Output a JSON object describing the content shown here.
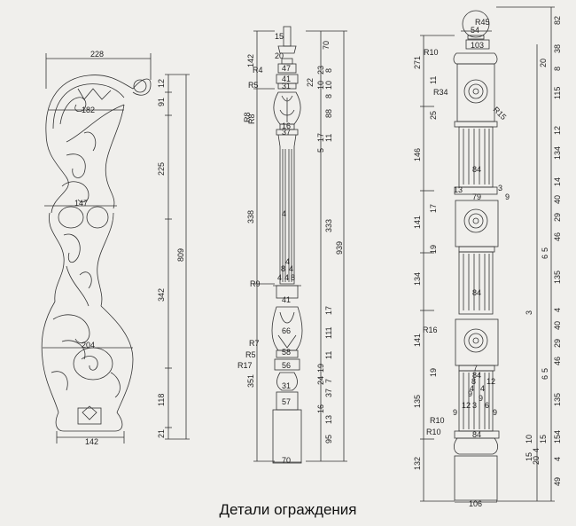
{
  "caption": "Детали ограждения",
  "baluster_left": {
    "dims_h": [
      "228",
      "182",
      "147",
      "204",
      "142"
    ],
    "dims_v": [
      "12",
      "91",
      "225",
      "342",
      "118",
      "21",
      "809"
    ]
  },
  "baluster_mid": {
    "dims_top": "15",
    "dims_left": [
      "142",
      "338",
      "351"
    ],
    "dims_radius": [
      "R4",
      "R5",
      "R8",
      "R8",
      "R9",
      "R7",
      "R5",
      "R17"
    ],
    "dims_inside": [
      "20",
      "47",
      "41",
      "31",
      "16",
      "37",
      "4",
      "4",
      "8",
      "4",
      "4",
      "4",
      "8",
      "41",
      "66",
      "58",
      "56",
      "31",
      "57"
    ],
    "dims_right": [
      "22",
      "70",
      "23",
      "8",
      "10",
      "10",
      "8",
      "88",
      "17",
      "5",
      "11",
      "333",
      "17",
      "111",
      "11",
      "19",
      "24",
      "7",
      "37",
      "16",
      "13",
      "95",
      "939"
    ],
    "dim_bottom": "70"
  },
  "newel_post": {
    "top": [
      "R45",
      "54",
      "103",
      "R10",
      "R34",
      "R15"
    ],
    "left": [
      "271",
      "11",
      "25",
      "146",
      "17",
      "141",
      "19",
      "134",
      "141",
      "19",
      "135",
      "132",
      "R16",
      "R10",
      "R10"
    ],
    "inside": [
      "84",
      "13",
      "79",
      "3",
      "9",
      "84",
      "7",
      "84",
      "8",
      "9",
      "12",
      "4",
      "4",
      "9",
      "12",
      "3",
      "6",
      "9",
      "9",
      "84"
    ],
    "right": [
      "82",
      "38",
      "20",
      "8",
      "115",
      "12",
      "134",
      "14",
      "40",
      "29",
      "46",
      "5",
      "6",
      "135",
      "3",
      "4",
      "40",
      "29",
      "46",
      "5",
      "6",
      "135",
      "4",
      "10",
      "15",
      "4",
      "15",
      "15",
      "20",
      "4",
      "49"
    ],
    "bottom": "106"
  }
}
